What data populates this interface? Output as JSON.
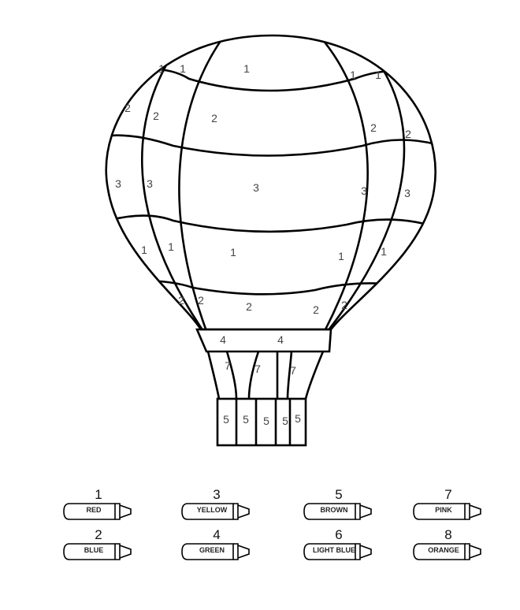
{
  "balloon_region_numbers": [
    "1",
    "1",
    "1",
    "1",
    "1",
    "2",
    "2",
    "2",
    "2",
    "2",
    "3",
    "3",
    "3",
    "3",
    "3",
    "1",
    "1",
    "1",
    "1",
    "1",
    "2",
    "2",
    "2",
    "2",
    "2",
    "4",
    "4",
    "7",
    "7",
    "7",
    "5",
    "5",
    "5",
    "5",
    "5"
  ],
  "color_key": [
    {
      "number": "1",
      "color": "RED"
    },
    {
      "number": "2",
      "color": "BLUE"
    },
    {
      "number": "3",
      "color": "YELLOW"
    },
    {
      "number": "4",
      "color": "GREEN"
    },
    {
      "number": "5",
      "color": "BROWN"
    },
    {
      "number": "6",
      "color": "LIGHT BLUE"
    },
    {
      "number": "7",
      "color": "PINK"
    },
    {
      "number": "8",
      "color": "ORANGE"
    }
  ],
  "line_color": "#000000"
}
